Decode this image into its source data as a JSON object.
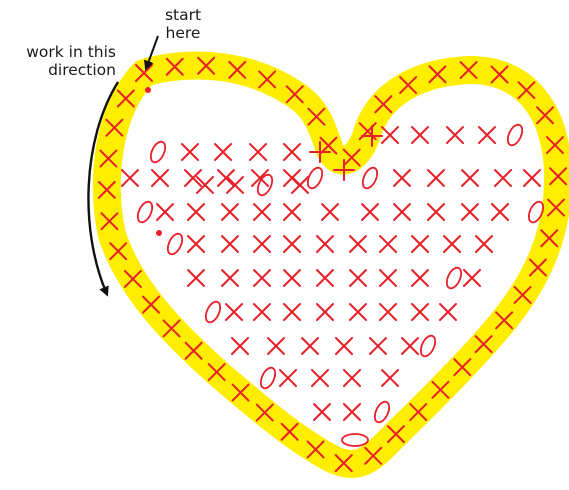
{
  "labels": {
    "start_line1": "start",
    "start_line2": "here",
    "direction_line1": "work in this",
    "direction_line2": "direction"
  },
  "colors": {
    "outline_fill": "#ffee00",
    "stitch": "#e8202a",
    "arrow": "#111111",
    "background": "#ffffff"
  },
  "stitch_symbols": [
    "cross-stitch",
    "oval-chain-stitch",
    "plus-stitch",
    "start-dot"
  ],
  "icons": [
    "curved-arrow-icon",
    "pointer-arrow-icon"
  ]
}
